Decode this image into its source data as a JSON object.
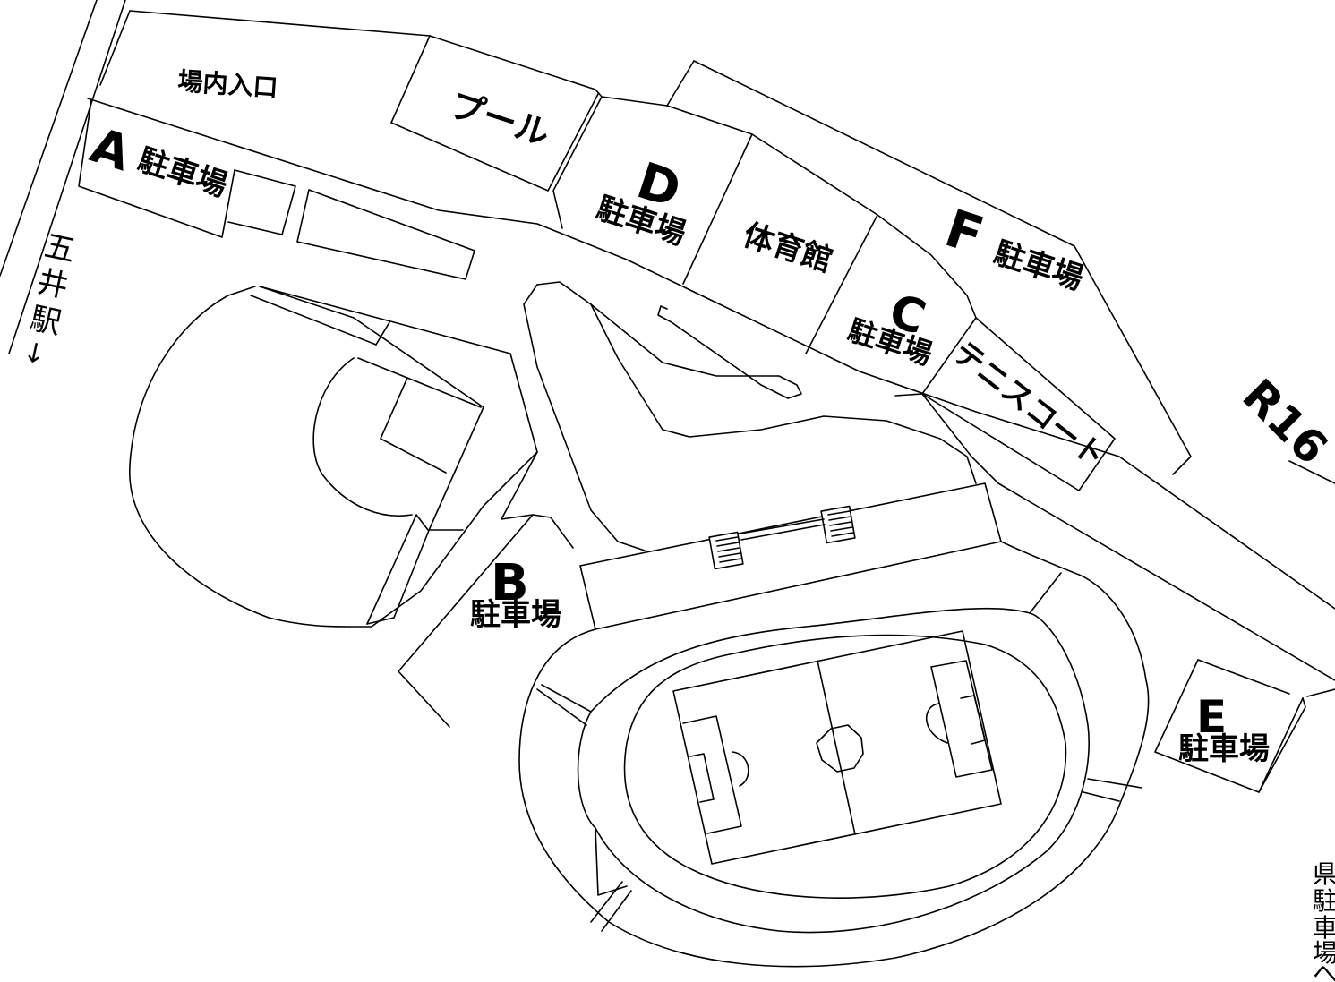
{
  "map": {
    "labels": {
      "entrance": "場内入口",
      "pool": "プール",
      "gym": "体育館",
      "tennis": "テニスコート",
      "route": "R16",
      "station_line1": "五",
      "station_line2": "井",
      "station_line3": "駅",
      "station_arrow": "↓",
      "prefectural_line1": "県",
      "prefectural_line2": "駐",
      "prefectural_line3": "車",
      "prefectural_line4": "場",
      "prefectural_line5": "へ"
    },
    "parking": [
      {
        "letter": "A",
        "suffix": "駐車場"
      },
      {
        "letter": "B",
        "suffix": "駐車場"
      },
      {
        "letter": "C",
        "suffix": "駐車場"
      },
      {
        "letter": "D",
        "suffix": "駐車場"
      },
      {
        "letter": "E",
        "suffix": "駐車場"
      },
      {
        "letter": "F",
        "suffix": "駐車場"
      }
    ]
  }
}
